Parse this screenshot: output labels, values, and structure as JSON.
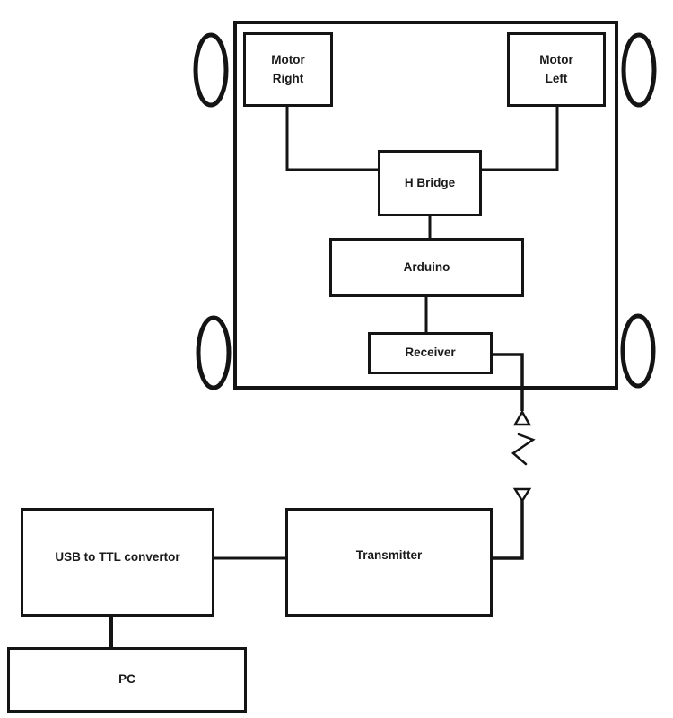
{
  "diagram": {
    "type": "block-diagram",
    "colors": {
      "line": "#141414",
      "background": "#ffffff",
      "box_fill": "#ffffff",
      "text": "#1a1a1a"
    },
    "nodes": {
      "motor_right": {
        "line1": "Motor",
        "line2": "Right"
      },
      "motor_left": {
        "line1": "Motor",
        "line2": "Left"
      },
      "h_bridge": {
        "label": "H Bridge"
      },
      "arduino": {
        "label": "Arduino"
      },
      "receiver": {
        "label": "Receiver"
      },
      "transmitter": {
        "label": "Transmitter"
      },
      "usb_to_ttl": {
        "label": "USB to TTL convertor"
      },
      "pc": {
        "label": "PC"
      }
    },
    "icons": {
      "wheel": "ellipse",
      "antenna": "open-triangle",
      "wireless_link": "zigzag"
    },
    "connections": [
      "motor_right - h_bridge",
      "motor_left - h_bridge",
      "h_bridge - arduino",
      "arduino - receiver",
      "receiver - receiver_antenna",
      "transmitter - transmitter_antenna",
      "usb_to_ttl - transmitter",
      "usb_to_ttl - pc"
    ]
  }
}
